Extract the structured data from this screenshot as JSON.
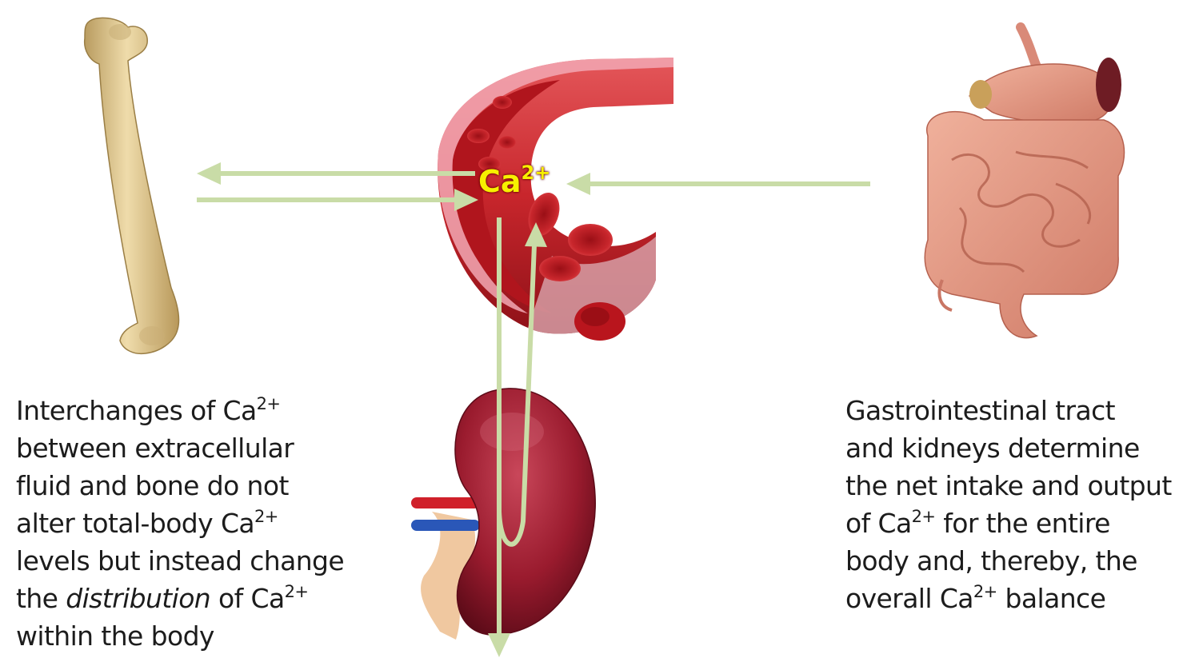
{
  "center_label": {
    "element": "Ca",
    "charge": "2+"
  },
  "left_text": {
    "lines": [
      {
        "before": "Interchanges of Ca",
        "sup": "2+",
        "italic": "",
        "after": ""
      },
      {
        "before": "between extracellular",
        "sup": "",
        "italic": "",
        "after": ""
      },
      {
        "before": "fluid and bone do not",
        "sup": "",
        "italic": "",
        "after": ""
      },
      {
        "before": "alter total-body Ca",
        "sup": "2+",
        "italic": "",
        "after": ""
      },
      {
        "before": "levels but instead change",
        "sup": "",
        "italic": "",
        "after": ""
      },
      {
        "before": "the ",
        "sup": "",
        "italic": "distribution",
        "after": " of Ca",
        "sup2": "2+"
      },
      {
        "before": "within the body",
        "sup": "",
        "italic": "",
        "after": ""
      }
    ]
  },
  "right_text": {
    "lines": [
      {
        "before": "Gastrointestinal tract",
        "sup": "",
        "after": ""
      },
      {
        "before": "and kidneys determine",
        "sup": "",
        "after": ""
      },
      {
        "before": "the net intake and output",
        "sup": "",
        "after": ""
      },
      {
        "before": "of Ca",
        "sup": "2+",
        "after": " for the entire"
      },
      {
        "before": "body and, thereby, the",
        "sup": "",
        "after": ""
      },
      {
        "before": "overall Ca",
        "sup": "2+",
        "after": " balance"
      }
    ]
  },
  "colors": {
    "arrow": "#c9dca7",
    "blood_vessel": "#c8262c",
    "bone": "#e3cf9c",
    "kidney": "#9a1b2e",
    "intestine": "#e99a84",
    "ca_text": "#f7f000"
  }
}
